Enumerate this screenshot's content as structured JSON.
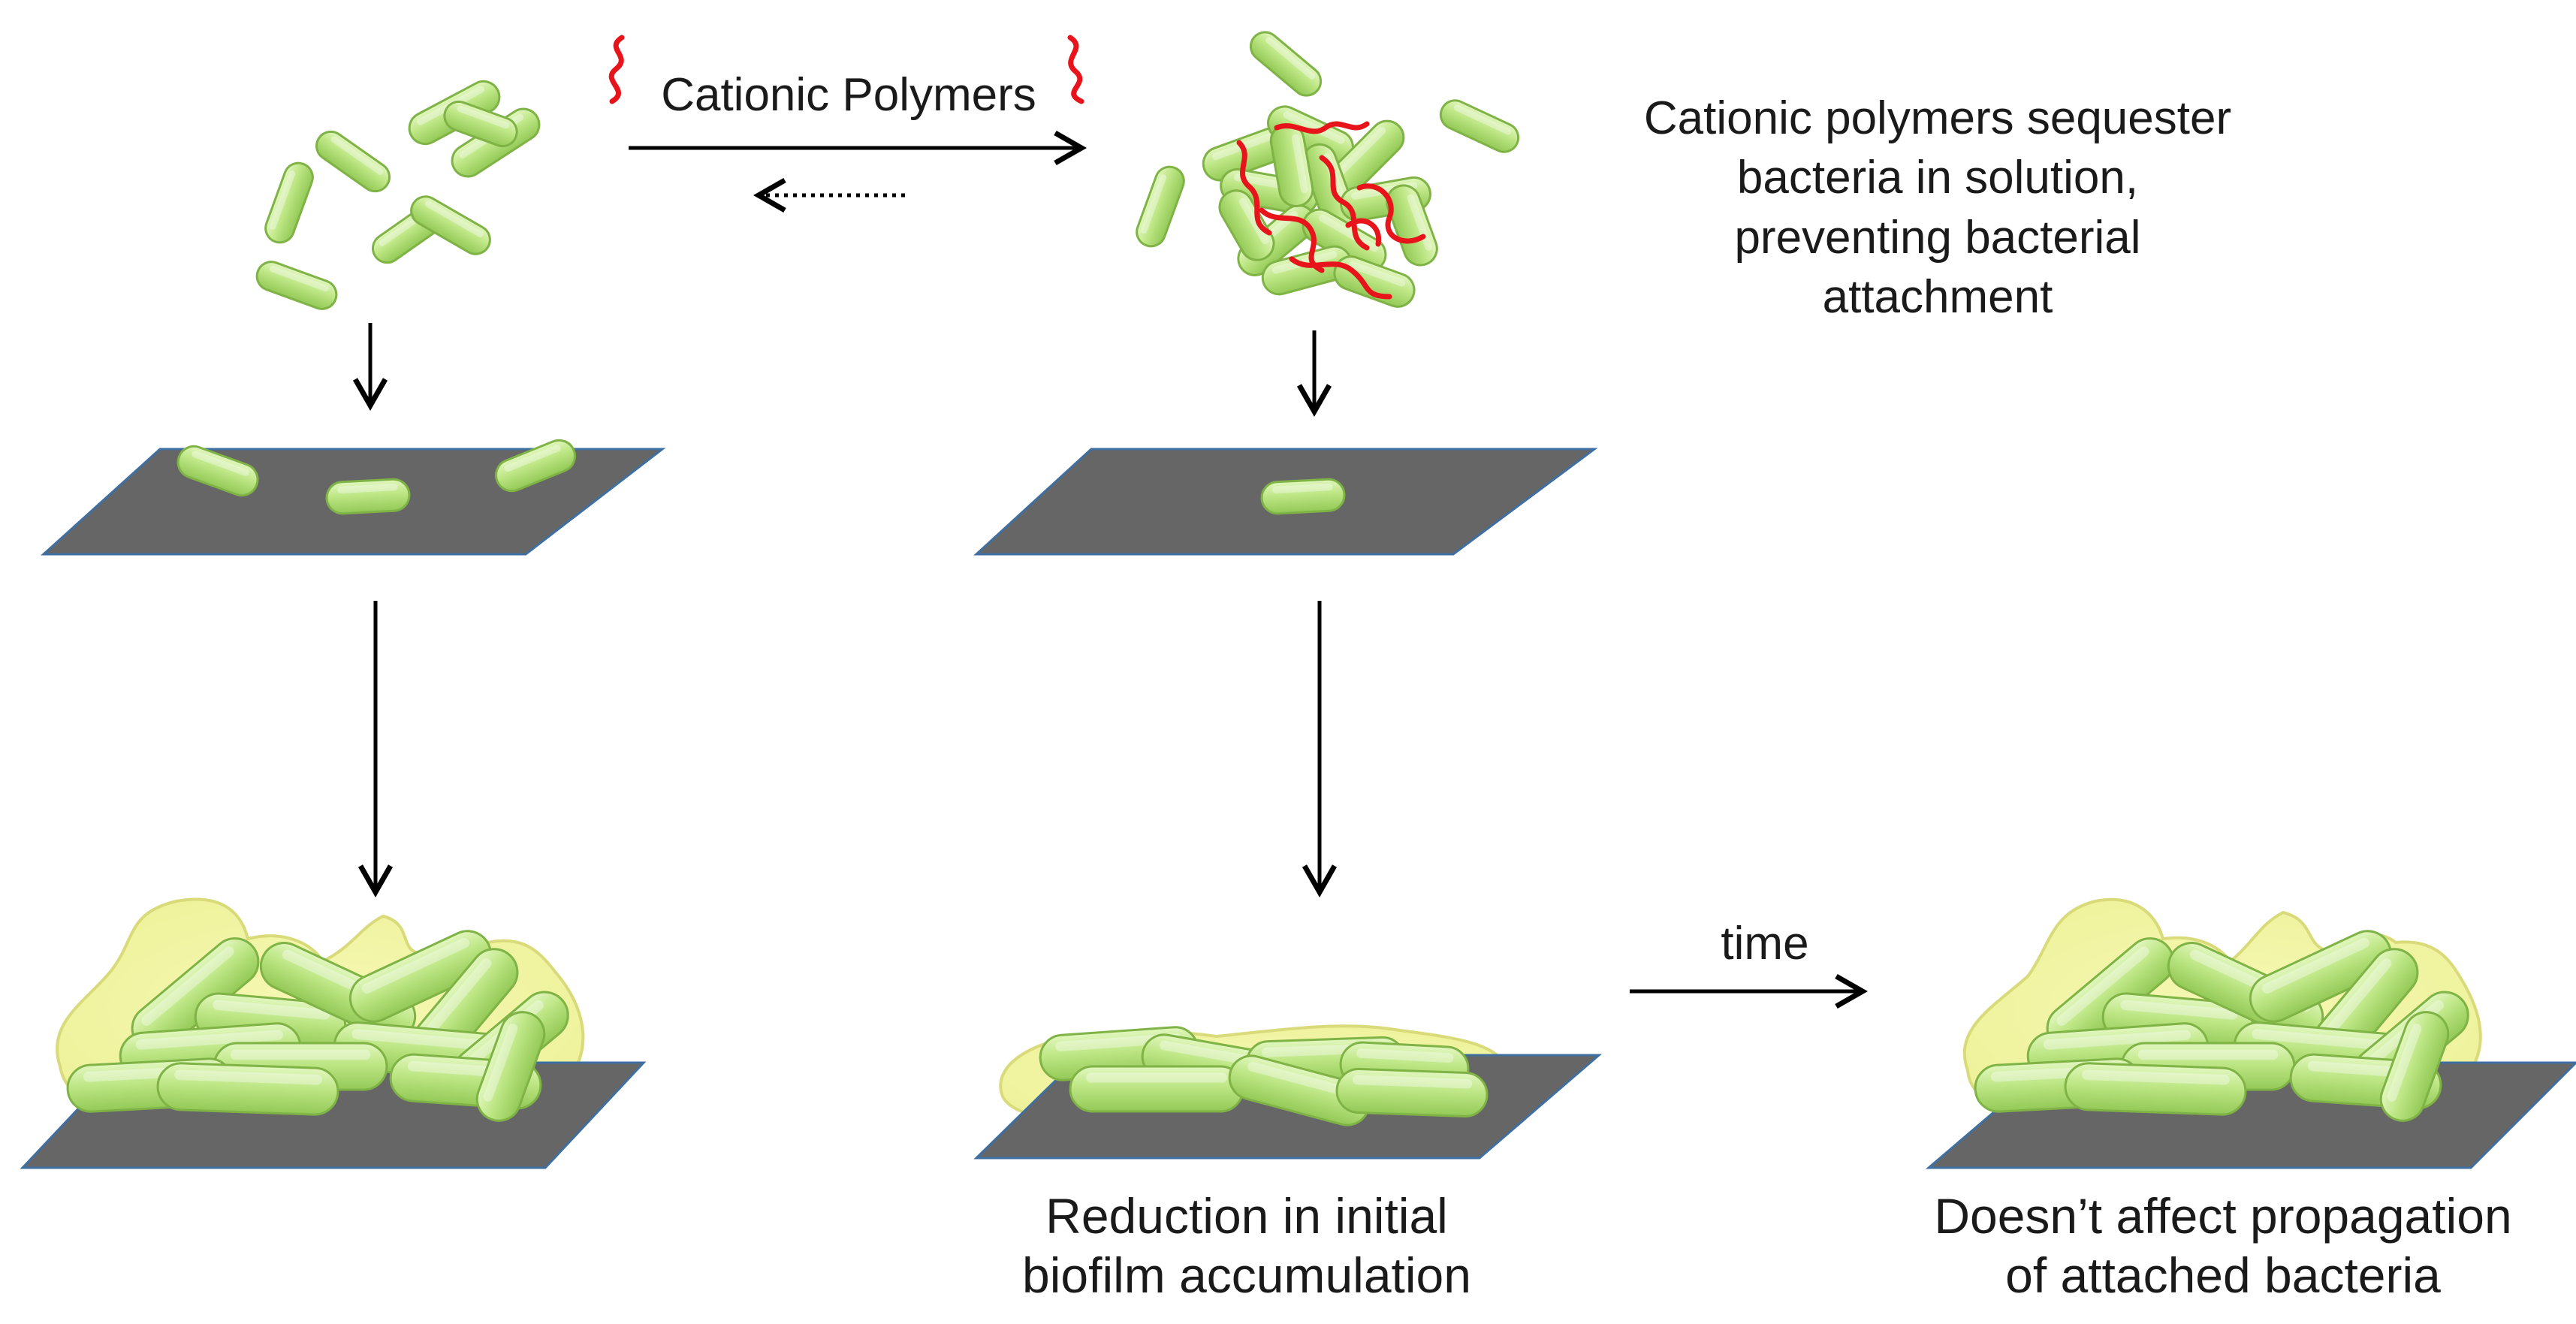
{
  "labels": {
    "cationic_polymers": "Cationic Polymers",
    "sequester": "Cationic polymers sequester\nbacteria in solution,\npreventing bacterial\nattachment",
    "time": "time",
    "reduction": "Reduction in initial\nbiofilm accumulation",
    "propagation": "Doesn’t affect propagation\nof attached bacteria"
  },
  "colors": {
    "bacterium_fill": "#b5e27a",
    "bacterium_stroke": "#7fb346",
    "biofilm_halo": "#f3f6a6",
    "biofilm_halo_stroke": "#d9db7a",
    "surface_fill": "#666666",
    "surface_stroke": "#3f6fa0",
    "polymer": "#e8141b",
    "arrow": "#000000"
  },
  "icons": {
    "bacterium": "rod-bacterium-icon",
    "polymer": "squiggle-polymer-icon",
    "surface": "parallelogram-surface-icon"
  }
}
